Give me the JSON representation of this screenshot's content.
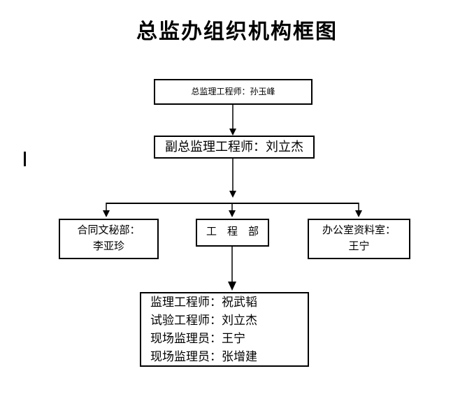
{
  "page": {
    "title": "总监办组织机构框图",
    "background": "#ffffff",
    "text_color": "#000000",
    "line_color": "#000000"
  },
  "org_chart": {
    "type": "org-chart",
    "nodes": {
      "chief": {
        "label": "总监理工程师：孙玉峰"
      },
      "deputy": {
        "label": "副总监理工程师：刘立杰"
      },
      "contract": {
        "lines": [
          "合同文秘部：",
          "李亚珍"
        ]
      },
      "engineering": {
        "label": "工　程　部"
      },
      "office": {
        "lines": [
          "办公室资料室：",
          "王宁"
        ]
      },
      "staff": {
        "lines": [
          "监理工程师：祝武韬",
          "试验工程师：刘立杰",
          "现场监理员：王宁",
          "现场监理员：张增建"
        ]
      }
    },
    "edges": [
      {
        "from": "chief",
        "to": "deputy"
      },
      {
        "from": "deputy",
        "to": "contract"
      },
      {
        "from": "deputy",
        "to": "engineering"
      },
      {
        "from": "deputy",
        "to": "office"
      },
      {
        "from": "engineering",
        "to": "staff"
      }
    ]
  }
}
